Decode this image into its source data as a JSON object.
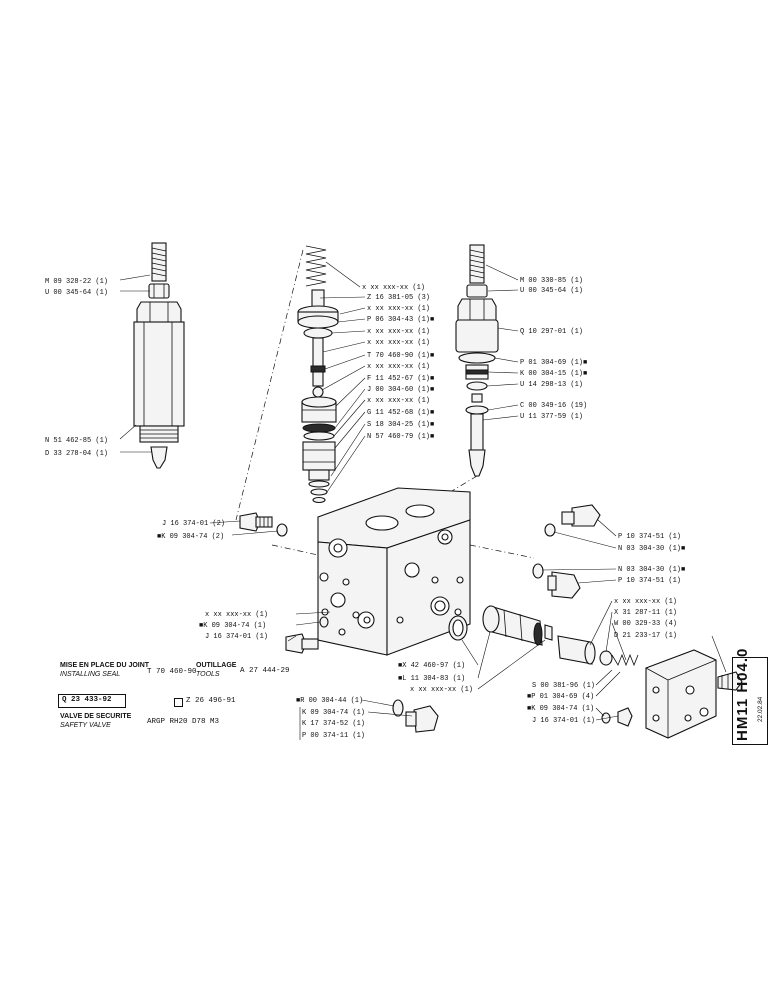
{
  "sheet": {
    "code": "HM11 H04.0",
    "date": "22.02.84",
    "reference": "Q 23 433-92",
    "alt_reference": "Z 26 496-91"
  },
  "title_block": {
    "seal_fr": "MISE EN PLACE DU JOINT",
    "seal_en": "INSTALLING SEAL",
    "seal_tool": "T 70 460-90",
    "tools_fr": "OUTILLAGE",
    "tools_en": "TOOLS",
    "tools_ref": "A 27 444-29",
    "valve_fr": "VALVE DE SECURITE",
    "valve_en": "SAFETY VALVE",
    "model": "ARGP RH20 D78 M3"
  },
  "callouts": {
    "left_assembly": [
      "M 09 328-22 (1)",
      "U 00 345-64 (1)",
      "N 51 462-85 (1)",
      "D 33 278-04 (1)"
    ],
    "center_assembly": [
      "x xx xxx-xx (1)",
      "Z 16 381-05 (3)",
      "x xx xxx-xx (1)",
      "P 06 304-43 (1)■",
      "x xx xxx-xx (1)",
      "x xx xxx-xx (1)",
      "T 70 460-90 (1)■",
      "x xx xxx-xx (1)",
      "F 11 452-67 (1)■",
      "J 00 304-60 (1)■",
      "x xx xxx-xx (1)",
      "G 11 452-68 (1)■",
      "S 18 304-25 (1)■",
      "N 57 460-79 (1)■"
    ],
    "right_assembly": [
      "M 00 330-85 (1)",
      "U 00 345-64 (1)",
      "Q 10 297-01 (1)",
      "P 01 304-69 (1)■",
      "K 00 304-15 (1)■",
      "U 14 298-13 (1)",
      "C 00 349-16 (19)",
      "U 11 377-59 (1)"
    ],
    "block_left_top": [
      "J 16 374-01 (2)",
      "■K 09 304-74 (2)"
    ],
    "block_right_top": [
      "P 10 374-51 (1)",
      "N 03 304-30 (1)■",
      "N 03 304-30 (1)■",
      "P 10 374-51 (1)"
    ],
    "block_left_bottom": [
      "x xx xxx-xx (1)",
      "■K 09 304-74 (1)",
      "J 16 374-01 (1)"
    ],
    "cartridge": [
      "■X 42 460-97 (1)",
      "■L 11 304-83 (1)",
      "x xx xxx-xx (1)"
    ],
    "cover_right": [
      "x xx xxx-xx (1)",
      "X 31 287-11 (1)",
      "W 00 329-33 (4)",
      "D 21 233-17 (1)"
    ],
    "cover_bottom": [
      "S 00 381-96 (1)",
      "■P 01 304-69 (4)",
      "■K 09 304-74 (1)",
      "J 16 374-01 (1)"
    ],
    "plug_group": [
      "■R 00 304-44 (1)",
      "K 09 304-74 (1)",
      "K 17 374-52 (1)",
      "P 00 374-11 (1)"
    ]
  }
}
